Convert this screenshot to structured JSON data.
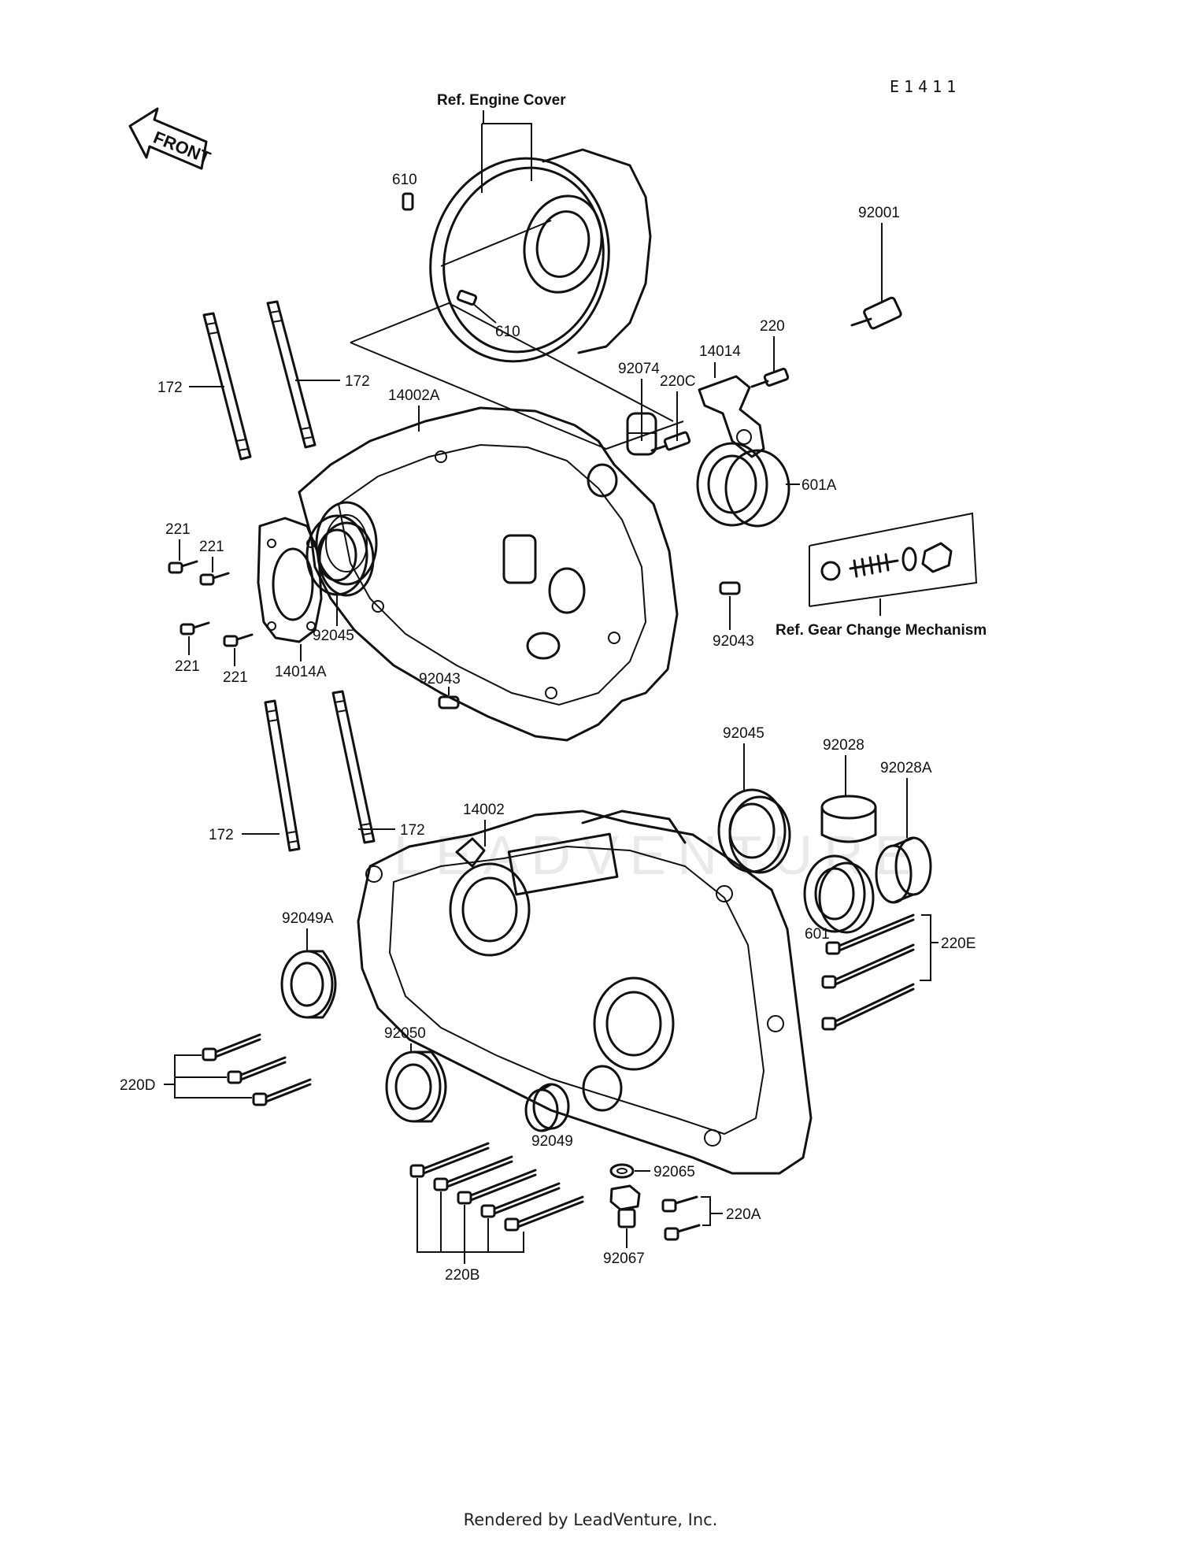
{
  "diagram_code": "E1411",
  "front_label": "FRONT",
  "refs": {
    "engine_cover": "Ref. Engine Cover",
    "gear_change": "Ref. Gear Change Mechanism"
  },
  "watermark": "LEADVENTURE",
  "labels": {
    "p610a": "610",
    "p610b": "610",
    "p92001": "92001",
    "p220": "220",
    "p14014": "14014",
    "p92074": "92074",
    "p220C": "220C",
    "p172a": "172",
    "p172b": "172",
    "p14002A": "14002A",
    "p601A": "601A",
    "p221a": "221",
    "p221b": "221",
    "p221c": "221",
    "p221d": "221",
    "p92045a": "92045",
    "p14014A": "14014A",
    "p92043a": "92043",
    "p92043b": "92043",
    "p172c": "172",
    "p172d": "172",
    "p14002": "14002",
    "p92045b": "92045",
    "p92028": "92028",
    "p92028A": "92028A",
    "p601": "601",
    "p220E": "220E",
    "p92049A": "92049A",
    "p92050": "92050",
    "p220D": "220D",
    "p92049": "92049",
    "p92065": "92065",
    "p220A": "220A",
    "p92067": "92067",
    "p220B": "220B"
  },
  "footer": "Rendered by LeadVenture, Inc."
}
